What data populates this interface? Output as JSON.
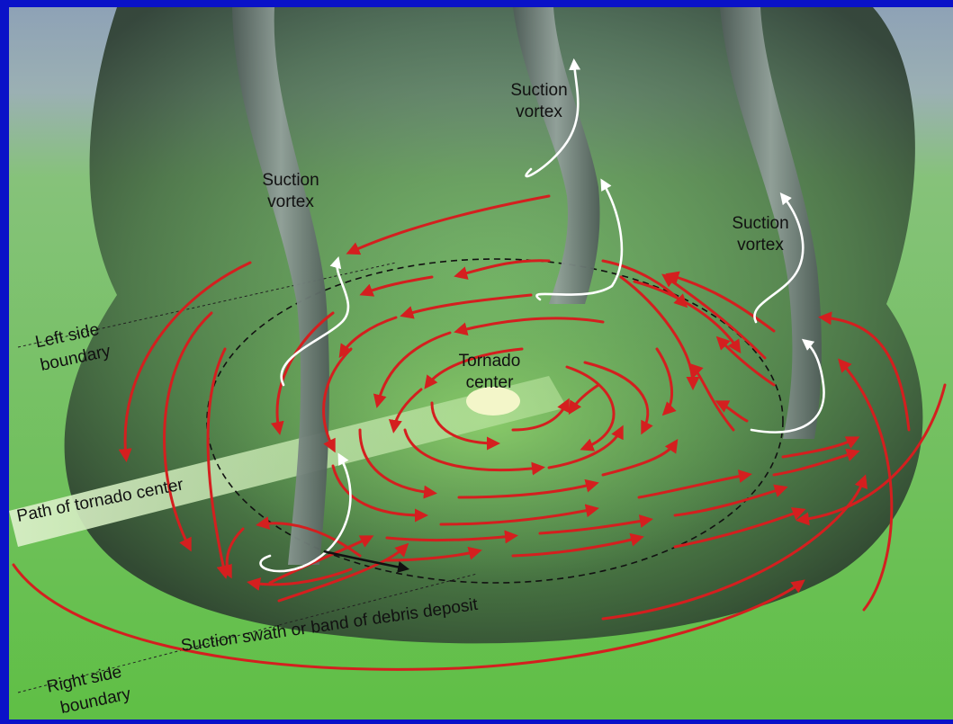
{
  "labels": {
    "suction_vortex_left_l1": "Suction",
    "suction_vortex_left_l2": "vortex",
    "suction_vortex_top_l1": "Suction",
    "suction_vortex_top_l2": "vortex",
    "suction_vortex_right_l1": "Suction",
    "suction_vortex_right_l2": "vortex",
    "tornado_center_l1": "Tornado",
    "tornado_center_l2": "center",
    "left_side_l1": "Left side",
    "left_side_l2": "boundary",
    "right_side_l1": "Right side",
    "right_side_l2": "boundary",
    "path": "Path of tornado center",
    "swath": "Suction swath or band of debris deposit"
  },
  "colors": {
    "frame": "#0a12c8",
    "sky": "#8fa6b4",
    "grass": "#6cc44e",
    "funnel": "#3f5a45",
    "vortex": "#6f7c78",
    "flow_arrow": "#d41f1f",
    "vortex_arrow": "#ffffff",
    "center_marker": "#f3f6c9"
  }
}
